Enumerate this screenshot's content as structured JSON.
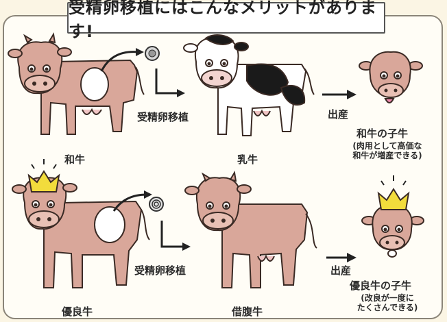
{
  "title": "受精卵移植にはこんなメリットがあります!",
  "row1": {
    "donor_label": "和牛",
    "transfer_label": "受精卵移植",
    "recipient_label": "乳牛",
    "birth_label": "出産",
    "calf_label": "和牛の子牛",
    "calf_note_line1": "(肉用として高価な",
    "calf_note_line2": "和牛が増産できる)"
  },
  "row2": {
    "donor_label": "優良牛",
    "transfer_label": "受精卵移植",
    "recipient_label": "借腹牛",
    "birth_label": "出産",
    "calf_label": "優良牛の子牛",
    "calf_note_line1": "(改良が一度に",
    "calf_note_line2": "たくさんできる)"
  },
  "colors": {
    "cow_pink": "#d9a79a",
    "holstein_black": "#1a1a1a",
    "crown_yellow": "#f2dc3c",
    "outline": "#3a2a24"
  }
}
